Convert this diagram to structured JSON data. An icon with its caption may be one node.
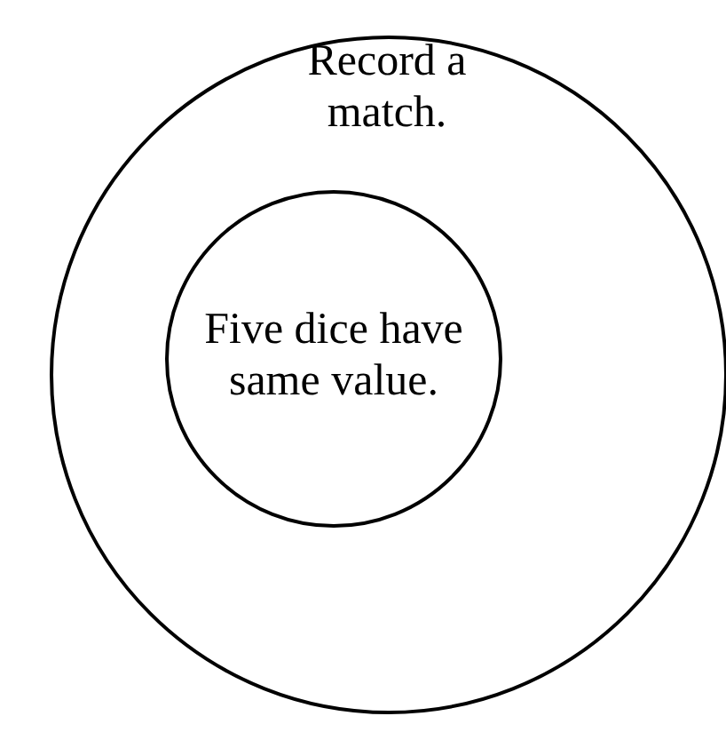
{
  "diagram": {
    "nodes": [
      {
        "text": [
          "Record a match."
        ]
      },
      {
        "text": [
          "Five dice have same value."
        ],
        "in": 0
      }
    ]
  }
}
